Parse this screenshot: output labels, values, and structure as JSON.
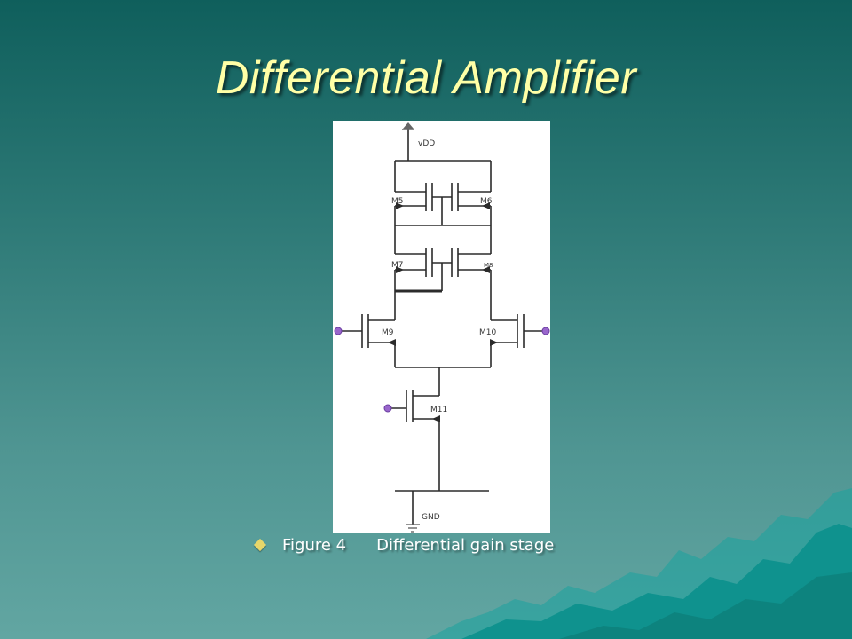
{
  "slide": {
    "title": "Differential Amplifier",
    "caption": {
      "figure": "Figure 4",
      "text": "Differential gain stage"
    }
  },
  "schematic": {
    "labels": {
      "vdd": "vDD",
      "m5": "M5",
      "m6": "M6",
      "m7": "M7",
      "m8": "M8",
      "m9": "M9",
      "m10": "M10",
      "m11": "M11",
      "gnd": "GND"
    }
  },
  "colors": {
    "title": "#ffffa6",
    "bullet": "#e6d66a",
    "input_terminal": "#9966cc",
    "mountain": "#129a96"
  }
}
